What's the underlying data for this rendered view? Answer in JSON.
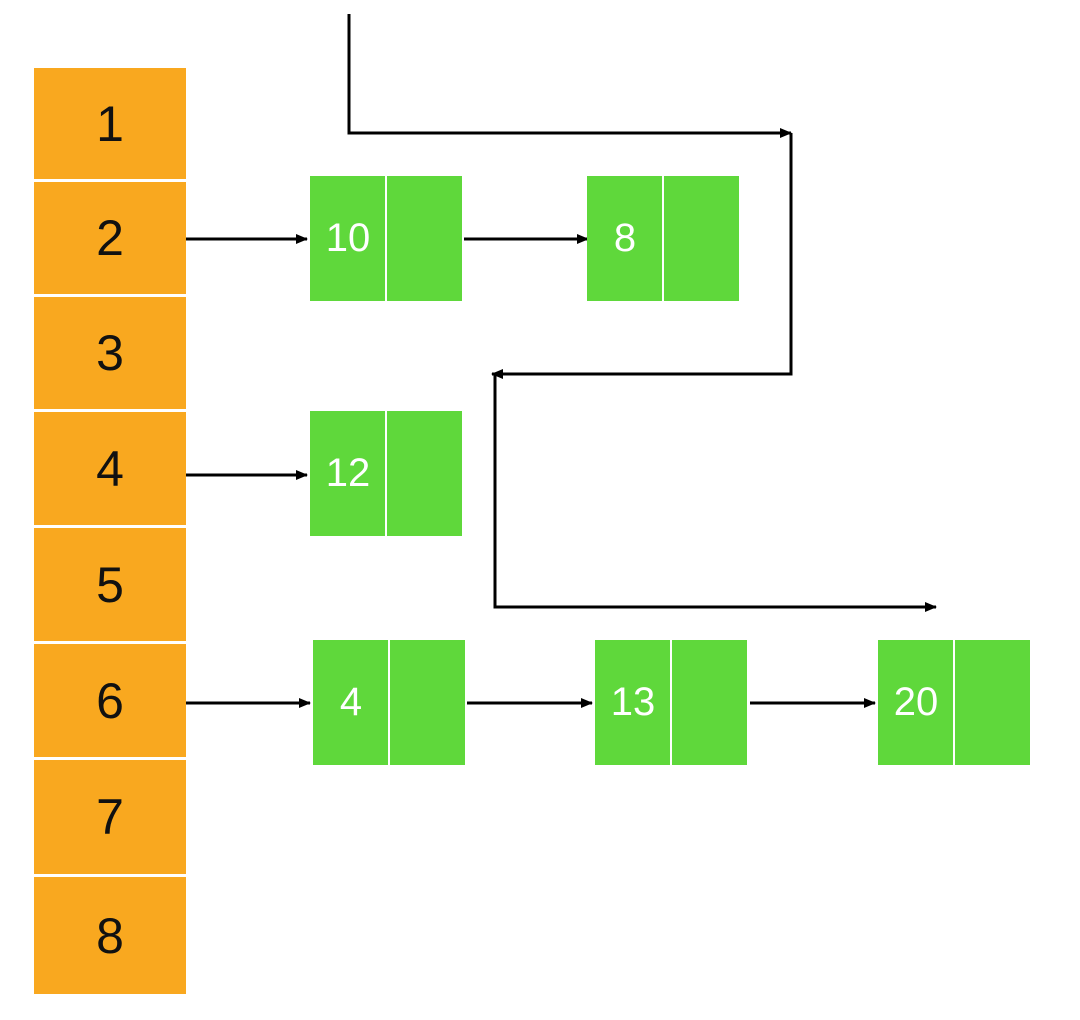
{
  "hash_table": {
    "buckets": [
      {
        "label": "1"
      },
      {
        "label": "2"
      },
      {
        "label": "3"
      },
      {
        "label": "4"
      },
      {
        "label": "5"
      },
      {
        "label": "6"
      },
      {
        "label": "7"
      },
      {
        "label": "8"
      }
    ],
    "chains": {
      "bucket_2": [
        {
          "value": "10"
        },
        {
          "value": "8"
        }
      ],
      "bucket_4": [
        {
          "value": "12"
        }
      ],
      "bucket_6": [
        {
          "value": "4"
        },
        {
          "value": "13"
        },
        {
          "value": "20"
        }
      ]
    }
  },
  "colors": {
    "bucket": "#f9a81f",
    "node": "#5fd83b",
    "node_text": "#ffffff",
    "bucket_text": "#111111",
    "arrow": "#000000"
  }
}
